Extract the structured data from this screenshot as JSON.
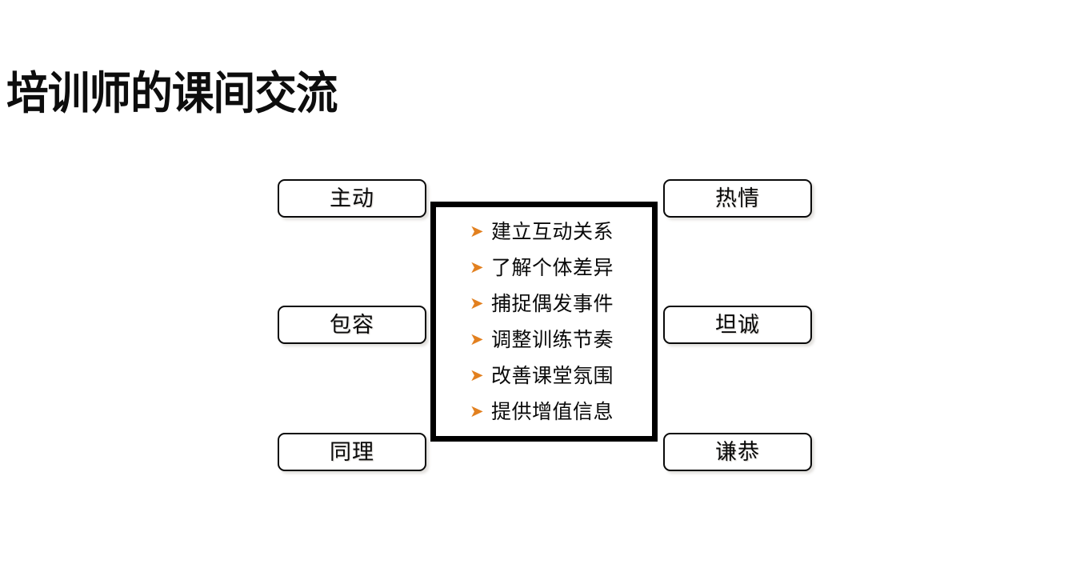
{
  "slide": {
    "title": "培训师的课间交流",
    "background_color": "#ffffff",
    "accent_color": "#E2801F",
    "text_color": "#0a0a0a"
  },
  "traits": {
    "left": [
      {
        "label": "主动"
      },
      {
        "label": "包容"
      },
      {
        "label": "同理"
      }
    ],
    "right": [
      {
        "label": "热情"
      },
      {
        "label": "坦诚"
      },
      {
        "label": "谦恭"
      }
    ]
  },
  "center": {
    "bullet_glyph": "➤",
    "items": [
      {
        "text": "建立互动关系"
      },
      {
        "text": "了解个体差异"
      },
      {
        "text": "捕捉偶发事件"
      },
      {
        "text": "调整训练节奏"
      },
      {
        "text": "改善课堂氛围"
      },
      {
        "text": "提供增值信息"
      }
    ]
  }
}
